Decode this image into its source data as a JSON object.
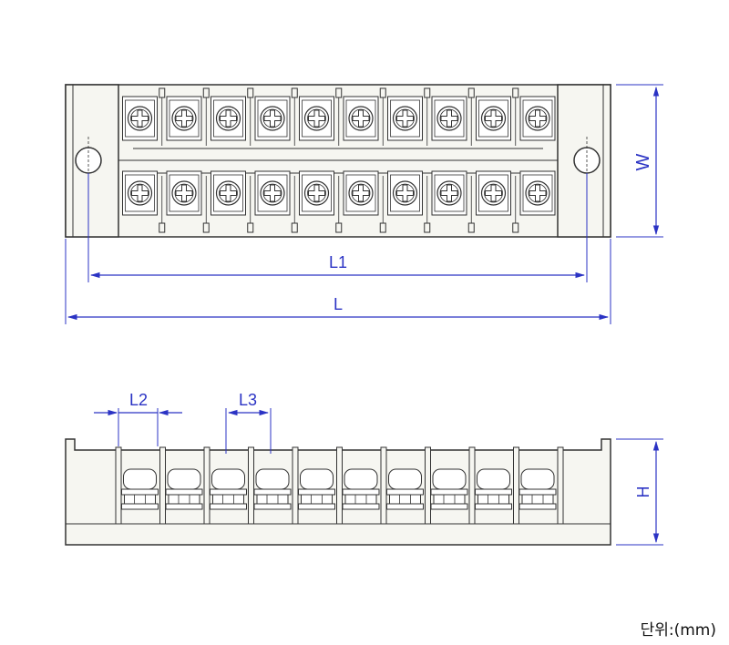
{
  "top_view": {
    "dim_width_label": "W",
    "dim_l1_label": "L1",
    "dim_l_label": "L",
    "terminal_count": 10
  },
  "side_view": {
    "dim_l2_label": "L2",
    "dim_l3_label": "L3",
    "dim_h_label": "H",
    "terminal_count": 10
  },
  "unit_note": "단위:(mm)",
  "colors": {
    "outline": "#333333",
    "body_fill": "#f6f6f1",
    "dimension": "#2b33c4"
  }
}
